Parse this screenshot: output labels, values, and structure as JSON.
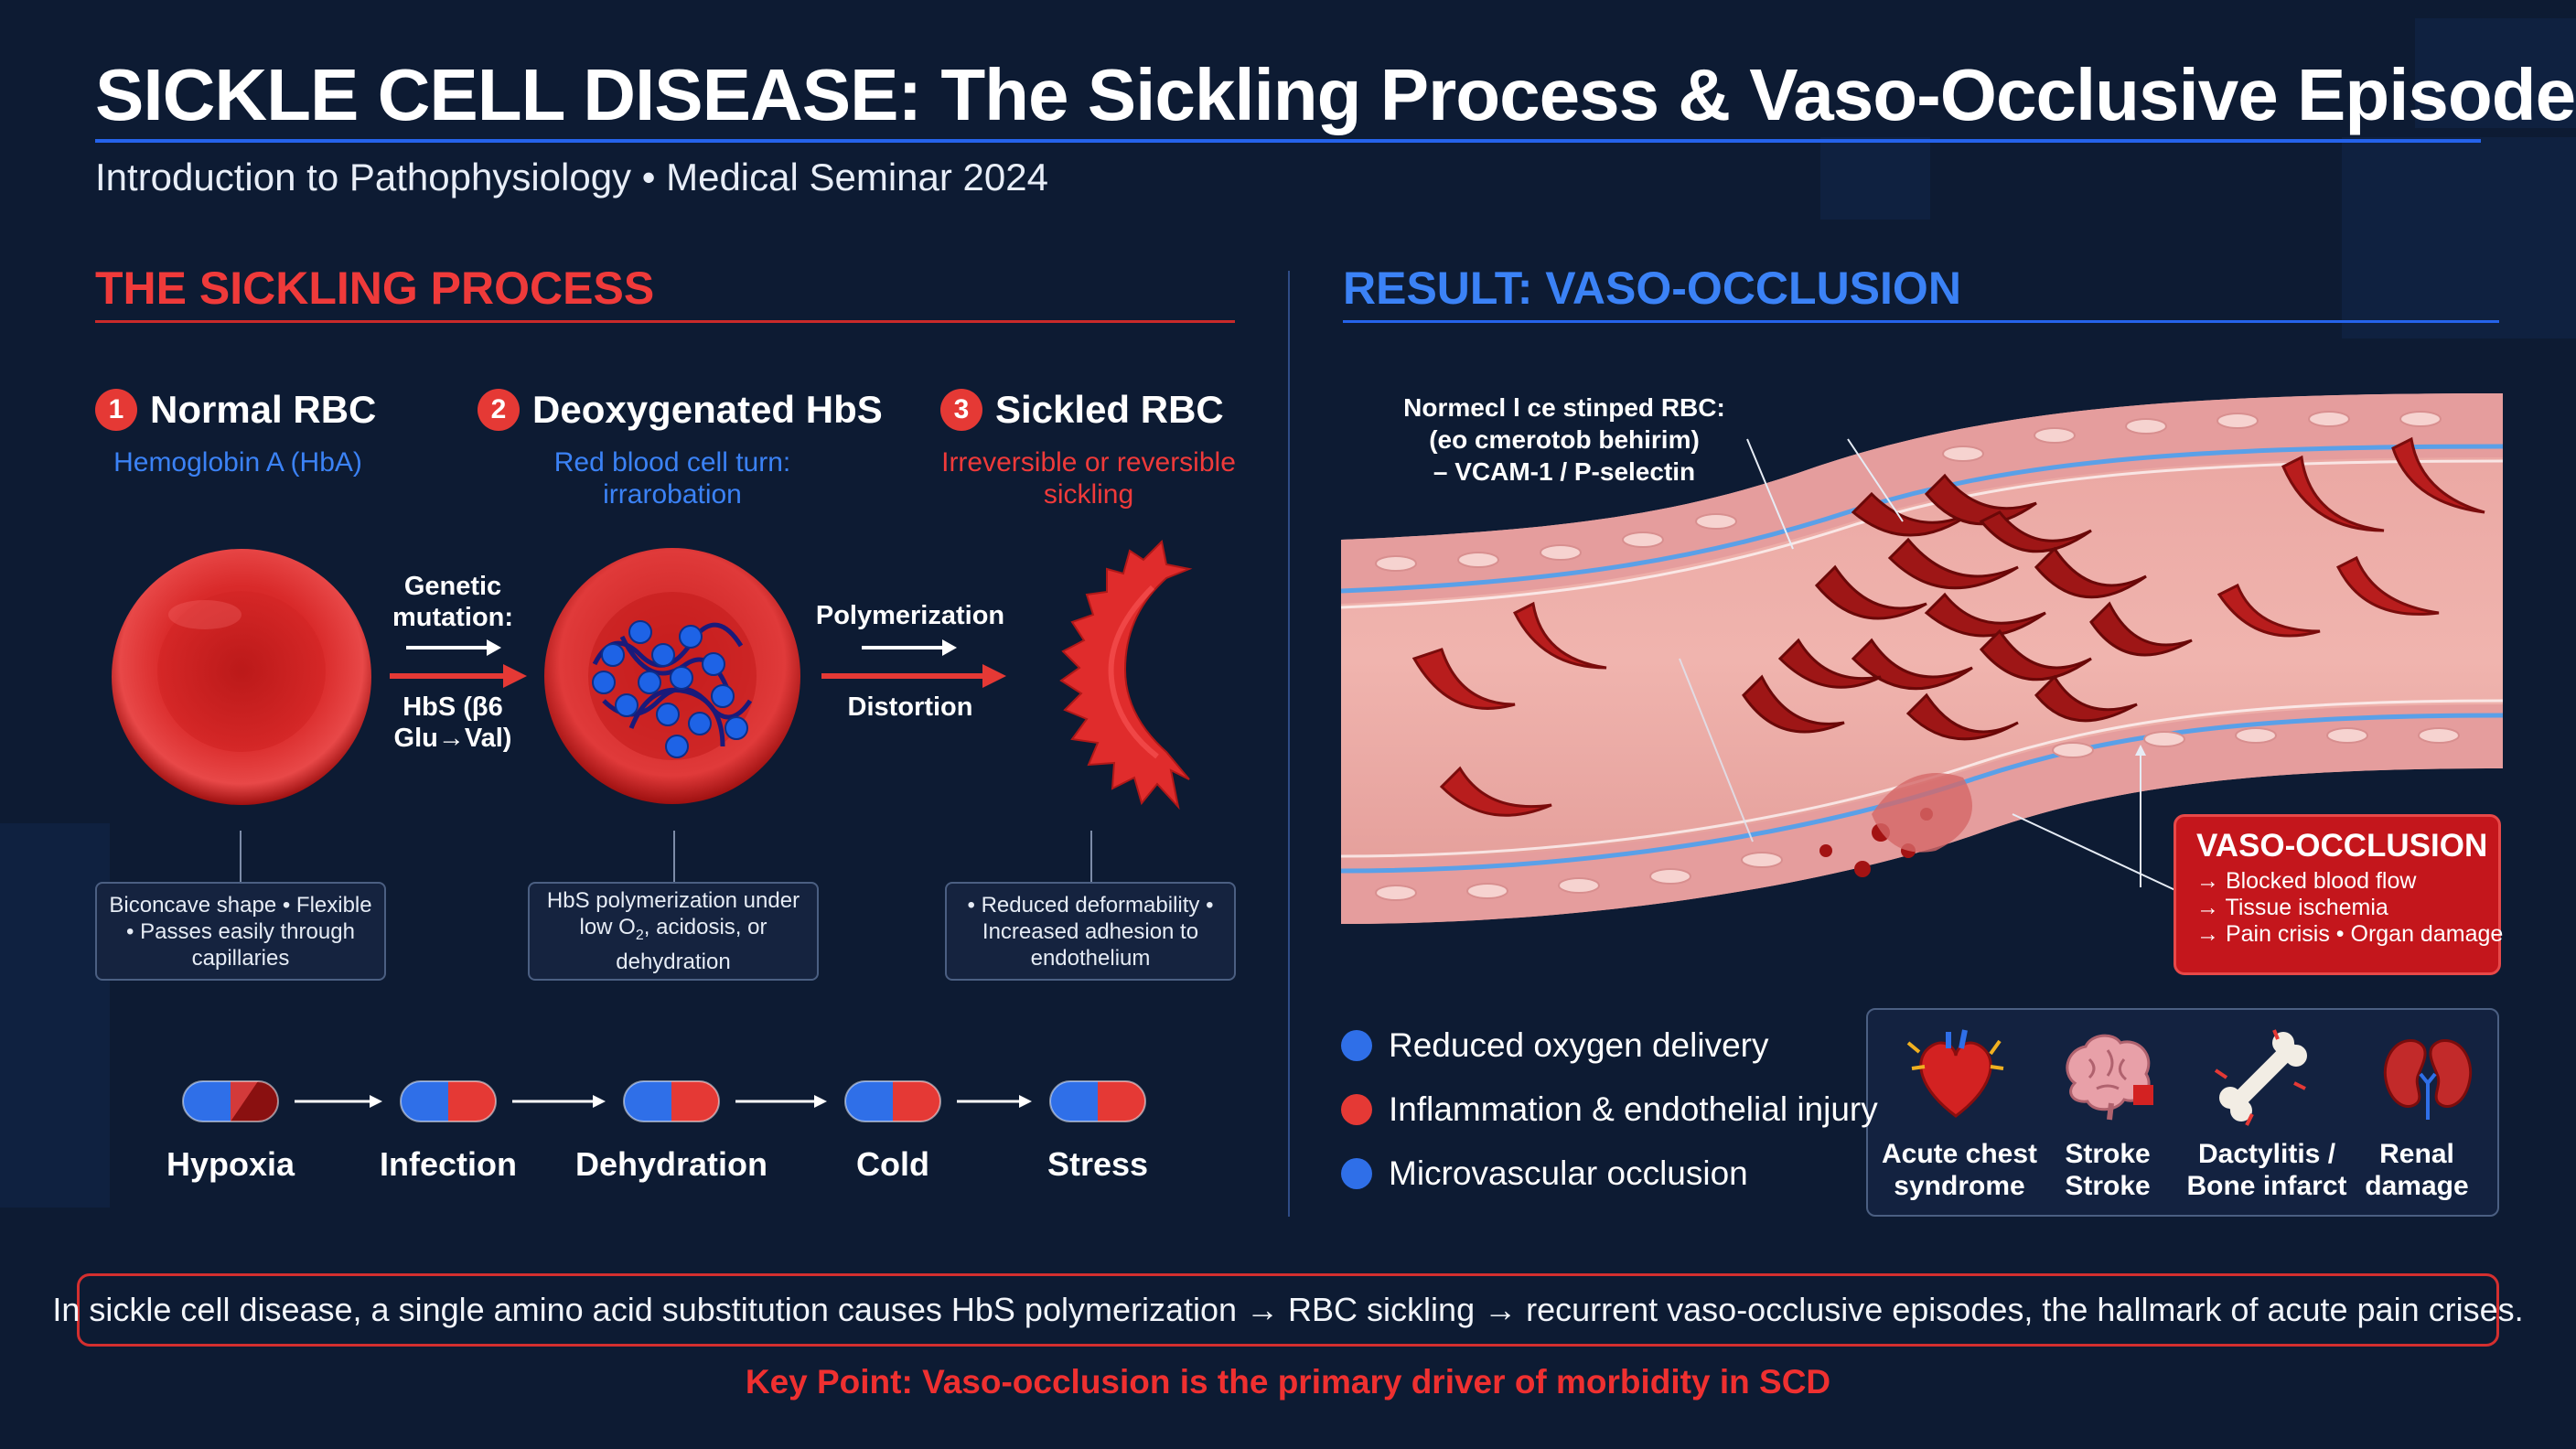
{
  "title": "SICKLE CELL DISEASE: The Sickling Process & Vaso-Occlusive Episodes",
  "subtitle": "Introduction to Pathophysiology • Medical Seminar 2024",
  "colors": {
    "background": "#0d1b33",
    "red_accent": "#e53935",
    "blue_accent": "#2563eb",
    "vessel_wall": "#e8a0a0",
    "rbc_red": "#d42a2a"
  },
  "left_section": {
    "heading": "THE SICKLING PROCESS",
    "steps": [
      {
        "number": "1",
        "title": "Normal RBC",
        "subtitle_lines": [
          "Hemoglobin A (HbA)"
        ],
        "note_lines": [
          "Biconcave shape • Flexible",
          "• Passes easily through",
          "capillaries"
        ]
      },
      {
        "number": "2",
        "title": "Deoxygenated HbS",
        "subtitle_lines": [
          "Red blood cell turn:",
          "irrarobation"
        ],
        "note_line1": "HbS polymerization under",
        "note_line2_pre": "low O",
        "note_line2_sub": "2",
        "note_line2_post": ", acidosis, or",
        "note_line3": "dehydration"
      },
      {
        "number": "3",
        "title": "Sickled RBC",
        "subtitle_lines": [
          "Irreversible or reversible",
          "sickling"
        ],
        "note_lines": [
          "• Reduced deformability •",
          "Increased adhesion to",
          "endothelium"
        ]
      }
    ],
    "arrow1": {
      "top_lines": [
        "Genetic",
        "mutation:"
      ],
      "bottom_lines": [
        "HbS (β6",
        "Glu→Val)"
      ]
    },
    "arrow2": {
      "top": "Polymerization",
      "bottom": "Distortion"
    },
    "triggers": [
      "Hypoxia",
      "Infection",
      "Dehydration",
      "Cold",
      "Stress"
    ]
  },
  "right_section": {
    "heading": "RESULT: VASO-OCCLUSION",
    "vessel_label_lines": [
      "Normecl l ce stinped RBC:",
      "(eo cmerotob behirim)",
      "– VCAM-1 / P-selectin"
    ],
    "callout": {
      "title": "VASO-OCCLUSION",
      "lines": [
        "→ Blocked blood flow",
        "→ Tissue ischemia",
        "→ Pain crisis • Organ damage"
      ]
    },
    "bullets": [
      {
        "text": "Reduced oxygen delivery",
        "color": "#2f6fe8"
      },
      {
        "text": "Inflammation & endothelial injury",
        "color": "#e53935"
      },
      {
        "text": "Microvascular occlusion",
        "color": "#2f6fe8"
      }
    ],
    "complications": [
      {
        "icon": "heart-icon",
        "lines": [
          "Acute chest",
          "syndrome"
        ]
      },
      {
        "icon": "brain-icon",
        "lines": [
          "Stroke",
          "Stroke"
        ]
      },
      {
        "icon": "bone-icon",
        "lines": [
          "Dactylitis /",
          "Bone infarct"
        ]
      },
      {
        "icon": "kidney-icon",
        "lines": [
          "Renal",
          "damage"
        ]
      }
    ]
  },
  "summary": "In sickle cell disease, a single amino acid substitution causes HbS polymerization → RBC sickling → recurrent vaso-occlusive episodes, the hallmark of acute pain crises.",
  "key_point": "Key Point: Vaso-occlusion is the primary driver of morbidity in SCD"
}
